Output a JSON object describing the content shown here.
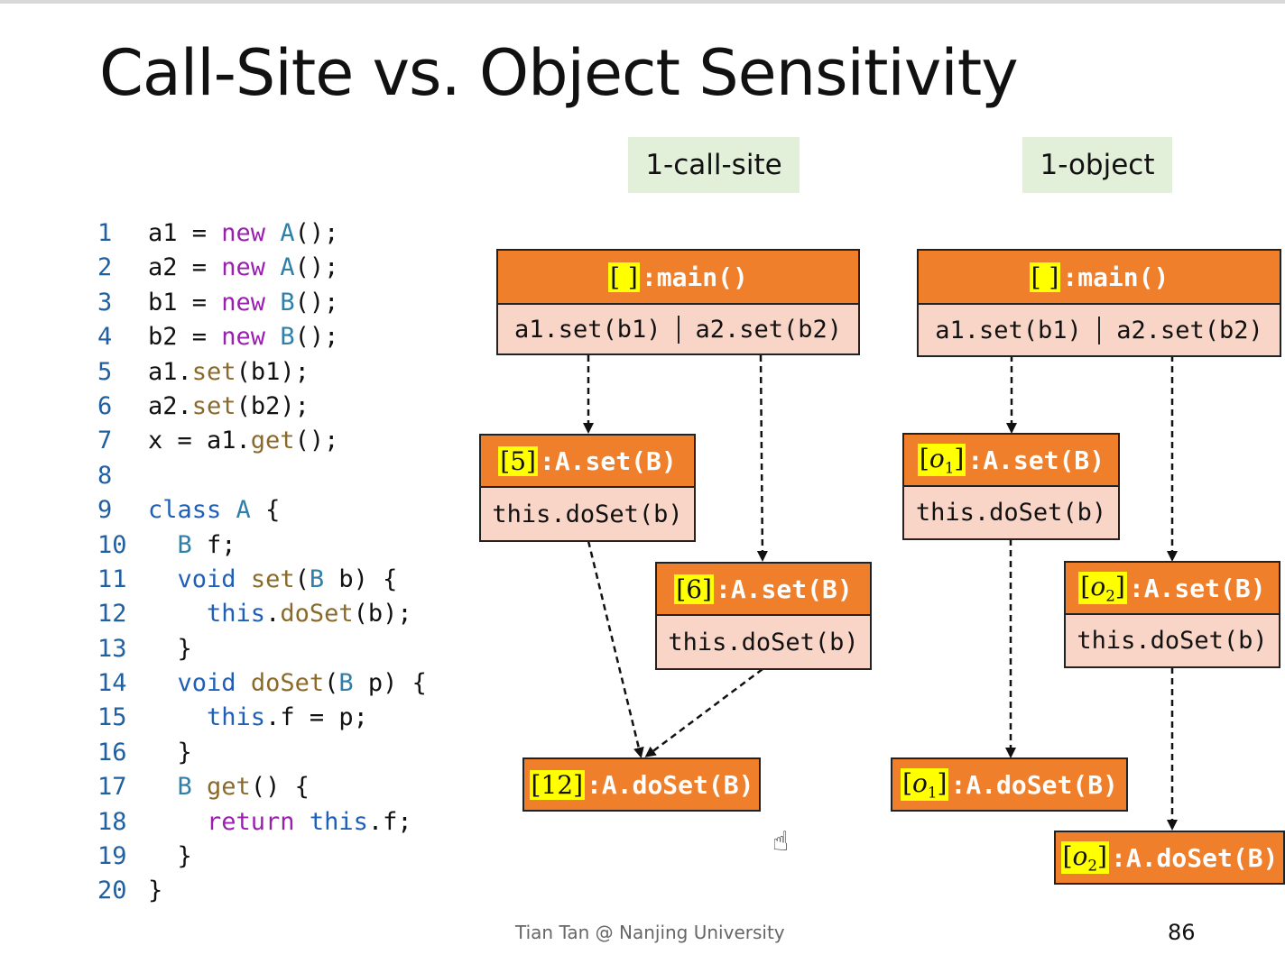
{
  "slide": {
    "title": "Call-Site vs. Object Sensitivity",
    "footer": "Tian Tan @ Nanjing University",
    "page_number": "86"
  },
  "labels": {
    "call_site": "1-call-site",
    "object": "1-object"
  },
  "code": [
    {
      "n": "1",
      "tokens": [
        [
          "pl",
          "a1 = "
        ],
        [
          "kw",
          "new"
        ],
        [
          "pl",
          " "
        ],
        [
          "ty",
          "A"
        ],
        [
          "pl",
          "();"
        ]
      ]
    },
    {
      "n": "2",
      "tokens": [
        [
          "pl",
          "a2 = "
        ],
        [
          "kw",
          "new"
        ],
        [
          "pl",
          " "
        ],
        [
          "ty",
          "A"
        ],
        [
          "pl",
          "();"
        ]
      ]
    },
    {
      "n": "3",
      "tokens": [
        [
          "pl",
          "b1 = "
        ],
        [
          "kw",
          "new"
        ],
        [
          "pl",
          " "
        ],
        [
          "ty",
          "B"
        ],
        [
          "pl",
          "();"
        ]
      ]
    },
    {
      "n": "4",
      "tokens": [
        [
          "pl",
          "b2 = "
        ],
        [
          "kw",
          "new"
        ],
        [
          "pl",
          " "
        ],
        [
          "ty",
          "B"
        ],
        [
          "pl",
          "();"
        ]
      ]
    },
    {
      "n": "5",
      "tokens": [
        [
          "pl",
          "a1."
        ],
        [
          "fn",
          "set"
        ],
        [
          "pl",
          "(b1);"
        ]
      ]
    },
    {
      "n": "6",
      "tokens": [
        [
          "pl",
          "a2."
        ],
        [
          "fn",
          "set"
        ],
        [
          "pl",
          "(b2);"
        ]
      ]
    },
    {
      "n": "7",
      "tokens": [
        [
          "pl",
          "x = a1."
        ],
        [
          "fn",
          "get"
        ],
        [
          "pl",
          "();"
        ]
      ]
    },
    {
      "n": "8",
      "tokens": []
    },
    {
      "n": "9",
      "tokens": [
        [
          "kb",
          "class"
        ],
        [
          "pl",
          " "
        ],
        [
          "ty",
          "A"
        ],
        [
          "pl",
          " {"
        ]
      ]
    },
    {
      "n": "10",
      "tokens": [
        [
          "pl",
          "  "
        ],
        [
          "ty",
          "B"
        ],
        [
          "pl",
          " f;"
        ]
      ]
    },
    {
      "n": "11",
      "tokens": [
        [
          "pl",
          "  "
        ],
        [
          "kb",
          "void"
        ],
        [
          "pl",
          " "
        ],
        [
          "fn",
          "set"
        ],
        [
          "pl",
          "("
        ],
        [
          "ty",
          "B"
        ],
        [
          "pl",
          " b) {"
        ]
      ]
    },
    {
      "n": "12",
      "tokens": [
        [
          "pl",
          "    "
        ],
        [
          "kb",
          "this"
        ],
        [
          "pl",
          "."
        ],
        [
          "fn",
          "doSet"
        ],
        [
          "pl",
          "(b);"
        ]
      ]
    },
    {
      "n": "13",
      "tokens": [
        [
          "pl",
          "  }"
        ]
      ]
    },
    {
      "n": "14",
      "tokens": [
        [
          "pl",
          "  "
        ],
        [
          "kb",
          "void"
        ],
        [
          "pl",
          " "
        ],
        [
          "fn",
          "doSet"
        ],
        [
          "pl",
          "("
        ],
        [
          "ty",
          "B"
        ],
        [
          "pl",
          " p) {"
        ]
      ]
    },
    {
      "n": "15",
      "tokens": [
        [
          "pl",
          "    "
        ],
        [
          "kb",
          "this"
        ],
        [
          "pl",
          ".f = p;"
        ]
      ]
    },
    {
      "n": "16",
      "tokens": [
        [
          "pl",
          "  }"
        ]
      ]
    },
    {
      "n": "17",
      "tokens": [
        [
          "pl",
          "  "
        ],
        [
          "ty",
          "B"
        ],
        [
          "pl",
          " "
        ],
        [
          "fn",
          "get"
        ],
        [
          "pl",
          "() {"
        ]
      ]
    },
    {
      "n": "18",
      "tokens": [
        [
          "pl",
          "    "
        ],
        [
          "kw",
          "return"
        ],
        [
          "pl",
          " "
        ],
        [
          "kb",
          "this"
        ],
        [
          "pl",
          ".f;"
        ]
      ]
    },
    {
      "n": "19",
      "tokens": [
        [
          "pl",
          "  }"
        ]
      ]
    },
    {
      "n": "20",
      "tokens": [
        [
          "pl",
          "}"
        ]
      ]
    }
  ],
  "callsite": {
    "main_ctx": "[ ]",
    "main_sig": ":main()",
    "call1": "a1.set(b1)",
    "call2": "a2.set(b2)",
    "set5_ctx": "[5]",
    "set5_sig": ":A.set(B)",
    "set5_body": "this.doSet(b)",
    "set6_ctx": "[6]",
    "set6_sig": ":A.set(B)",
    "set6_body": "this.doSet(b)",
    "doset12_ctx": "[12]",
    "doset12_sig": ":A.doSet(B)"
  },
  "object": {
    "main_ctx": "[ ]",
    "main_sig": ":main()",
    "call1": "a1.set(b1)",
    "call2": "a2.set(b2)",
    "set_o1_ctx_l": "[",
    "set_o1_ctx_v": "o",
    "set_o1_ctx_s": "1",
    "set_o1_ctx_r": "]",
    "set_o1_sig": ":A.set(B)",
    "set_o1_body": "this.doSet(b)",
    "set_o2_ctx_l": "[",
    "set_o2_ctx_v": "o",
    "set_o2_ctx_s": "2",
    "set_o2_ctx_r": "]",
    "set_o2_sig": ":A.set(B)",
    "set_o2_body": "this.doSet(b)",
    "doset_o1_ctx_l": "[",
    "doset_o1_ctx_v": "o",
    "doset_o1_ctx_s": "1",
    "doset_o1_ctx_r": "]",
    "doset_o1_sig": ":A.doSet(B)",
    "doset_o2_ctx_l": "[",
    "doset_o2_ctx_v": "o",
    "doset_o2_ctx_s": "2",
    "doset_o2_ctx_r": "]",
    "doset_o2_sig": ":A.doSet(B)"
  },
  "colors": {
    "header": "#ef7f2a",
    "body": "#f9d5c8",
    "context_highlight": "#ffff00",
    "tag_bg": "#e2efd9"
  },
  "cursor_icon": "hand-pointer-icon"
}
